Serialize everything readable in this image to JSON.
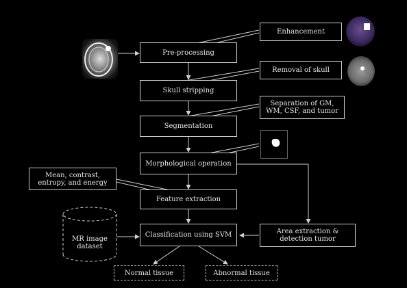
{
  "nodes": {
    "preprocessing": "Pre-processing",
    "skull_stripping": "Skull stripping",
    "segmentation": "Segmentation",
    "morphological": "Morphological operation",
    "feature_extraction": "Feature extraction",
    "classification": "Classification using SVM",
    "enhancement": "Enhancement",
    "removal_of_skull": "Removal of skull",
    "separation": "Separation of GM, WM, CSF, and tumor",
    "area_extraction": "Area extraction & detection tumor",
    "features_list": "Mean, contrast, entropy, and energy",
    "dataset": "MR image dataset",
    "normal": "Normal tissue",
    "abnormal": "Abnormal tissue"
  },
  "colors": {
    "background": "#000000",
    "stroke": "#cfcfcf",
    "text": "#e6e6e6"
  }
}
